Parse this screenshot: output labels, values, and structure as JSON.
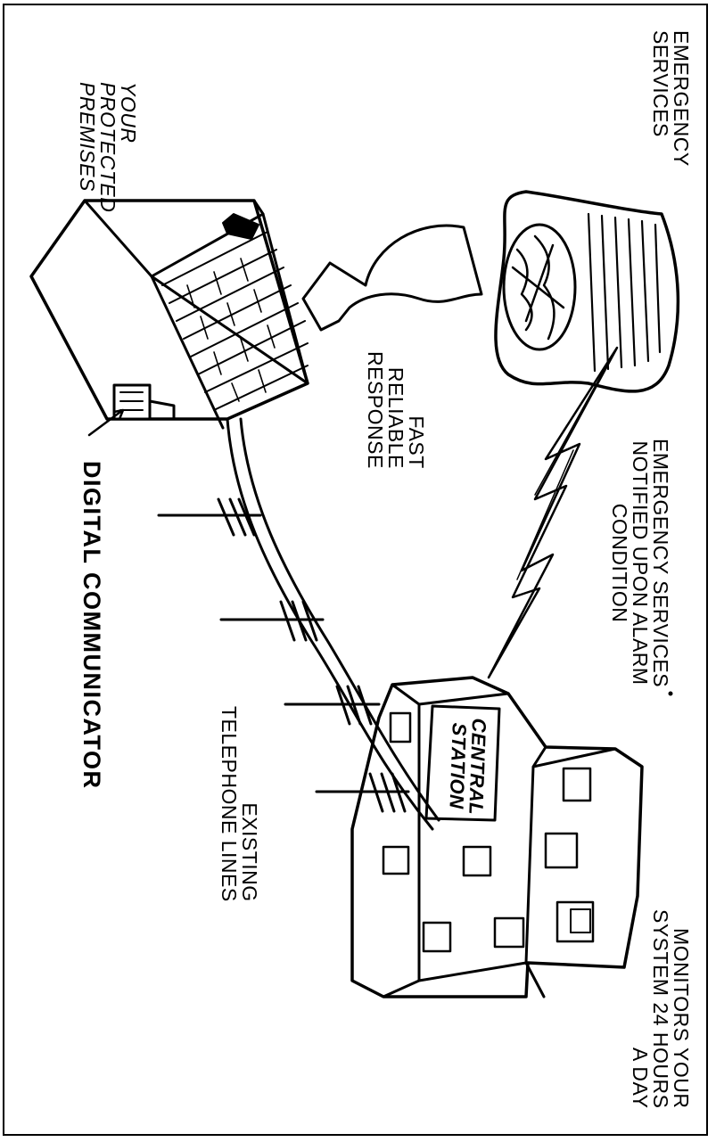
{
  "labels": {
    "emergency_services": "EMERGENCY\nSERVICES",
    "your_protected_premises": "YOUR\nPROTECTED\nPREMISES",
    "fast_reliable_response": "FAST\nRELIABLE\nRESPONSE",
    "emergency_notified": "EMERGENCY SERVICES\nNOTIFIED UPON ALARM\nCONDITION",
    "digital_communicator": "DIGITAL COMMUNICATOR",
    "existing_telephone_lines": "EXISTING\nTELEPHONE LINES",
    "monitors_your_system": "MONITORS YOUR\nSYSTEM 24 HOURS\nA DAY",
    "central_station_sign": "CENTRAL\nSTATION"
  }
}
